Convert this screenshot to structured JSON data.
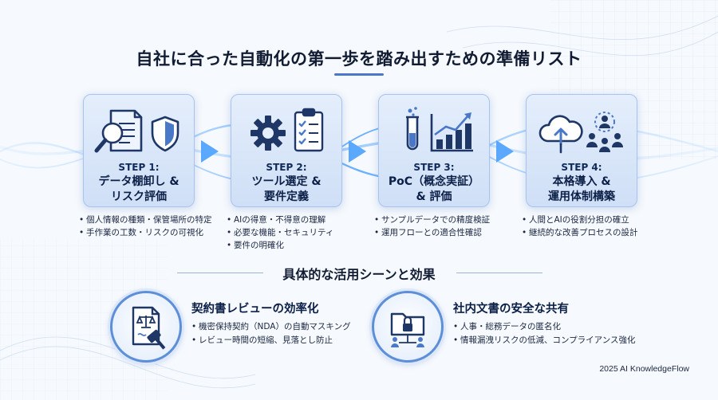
{
  "title": "自社に合った自動化の第一歩を踏み出すための準備リスト",
  "steps": [
    {
      "label": "STEP 1:",
      "name_lines": [
        "データ棚卸し &",
        "リスク評価"
      ],
      "bullets": [
        "個人情報の種類・保管場所の特定",
        "手作業の工数・リスクの可視化"
      ],
      "icons": [
        "document-search-icon",
        "shield-icon"
      ]
    },
    {
      "label": "STEP 2:",
      "name_lines": [
        "ツール選定 &",
        "要件定義"
      ],
      "bullets": [
        "AIの得意・不得意の理解",
        "必要な機能・セキュリティ",
        "要件の明確化"
      ],
      "icons": [
        "gear-icon",
        "checklist-icon"
      ]
    },
    {
      "label": "STEP 3:",
      "name_lines": [
        "PoC（概念実証）",
        "& 評価"
      ],
      "bullets": [
        "サンプルデータでの精度検証",
        "運用フローとの適合性確認"
      ],
      "icons": [
        "test-tube-icon",
        "growth-chart-icon"
      ]
    },
    {
      "label": "STEP 4:",
      "name_lines": [
        "本格導入 &",
        "運用体制構築"
      ],
      "bullets": [
        "人間とAIの役割分担の確立",
        "継続的な改善プロセスの設計"
      ],
      "icons": [
        "cloud-upload-icon",
        "team-icon"
      ]
    }
  ],
  "section_title": "具体的な活用シーンと効果",
  "use_cases": [
    {
      "title": "契約書レビューの効率化",
      "bullets": [
        "機密保持契約（NDA）の自動マスキング",
        "レビュー時間の短縮、見落とし防止"
      ],
      "icon": "contract-gavel-icon"
    },
    {
      "title": "社内文書の安全な共有",
      "bullets": [
        "人事・総務データの匿名化",
        "情報漏洩リスクの低減、コンプライアンス強化"
      ],
      "icon": "secure-folder-icon"
    }
  ],
  "footer": "2025 AI KnowledgeFlow",
  "colors": {
    "accent": "#4a78c8",
    "card_bg": "#dbe7fa",
    "card_border": "#a8c3ec",
    "icon_dark": "#1f3766",
    "wave": "#7ab6f2"
  }
}
